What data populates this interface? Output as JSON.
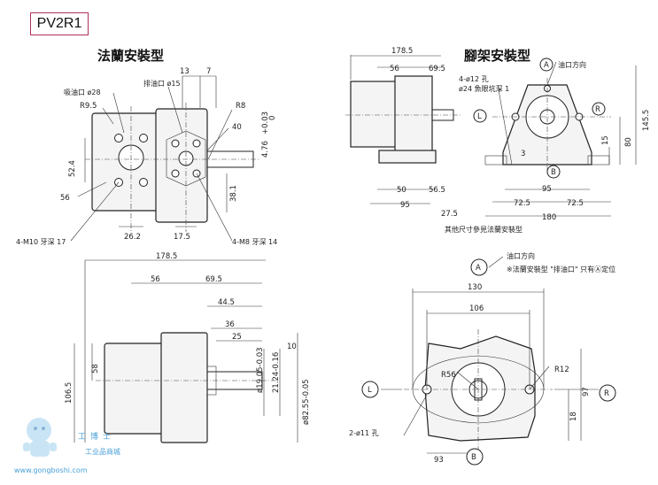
{
  "model": "PV2R1",
  "headings": {
    "flange": "法蘭安裝型",
    "foot": "腳架安裝型"
  },
  "flange_view": {
    "dims": [
      "13",
      "7",
      "R9.5",
      "R8",
      "40",
      "+0.03",
      "0",
      "4.76",
      "52.4",
      "56",
      "26.2",
      "17.5",
      "38.1"
    ],
    "labels": [
      "吸油口 ø28",
      "排油口 ø15",
      "4-M10 牙深 17",
      "4-M8 牙深 14"
    ]
  },
  "foot_view": {
    "dims": [
      "178.5",
      "56",
      "69.5",
      "50",
      "56.5",
      "95",
      "27.5",
      "95",
      "72.5",
      "72.5",
      "180",
      "145.5",
      "80",
      "15",
      "3"
    ],
    "labels": [
      "油口方向",
      "4-ø12 孔",
      "ø24 魚眼坑深 1",
      "其他尺寸參見法蘭安裝型"
    ],
    "markers": [
      "A",
      "L",
      "R",
      "B"
    ]
  },
  "side_view": {
    "dims": [
      "178.5",
      "56",
      "69.5",
      "44.5",
      "36",
      "25",
      "10",
      "58",
      "106.5",
      "ø19.05-0.03",
      "21.24-0.16",
      "ø82.55-0.05"
    ]
  },
  "front_view": {
    "dims": [
      "130",
      "106",
      "R12",
      "R56",
      "97",
      "18",
      "93",
      "2-ø11 孔"
    ],
    "labels": [
      "油口方向",
      "※法蘭安裝型 \"排油口\" 只有Ⓐ定位"
    ],
    "markers": [
      "A",
      "L",
      "R",
      "B"
    ]
  },
  "watermark": {
    "brand": "工博士",
    "site": "工业品商城",
    "url": "www.gongboshi.com"
  }
}
